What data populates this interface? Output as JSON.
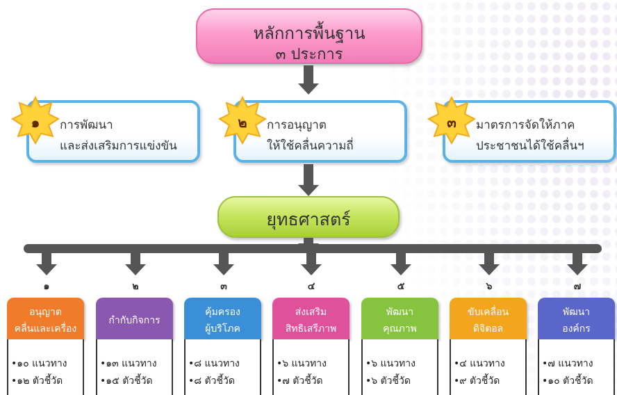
{
  "header": {
    "line1": "หลักการพื้นฐาน",
    "line2": "๓ ประการ"
  },
  "principles": [
    {
      "num": "๑",
      "line1": "การพัฒนา",
      "line2": "และส่งเสริมการแข่งขัน"
    },
    {
      "num": "๒",
      "line1": "การอนุญาต",
      "line2": "ให้ใช้คลื่นความถี่"
    },
    {
      "num": "๓",
      "line1": "มาตรการจัดให้ภาค",
      "line2": "ประชาชนได้ใช้คลื่นฯ"
    }
  ],
  "strategy": {
    "label": "ยุทธศาสตร์"
  },
  "columns": [
    {
      "num": "๑",
      "head1": "อนุญาต",
      "head2": "คลื่นและเครื่อง",
      "b1": "•๑๐ แนวทาง",
      "b2": "•๑๒ ตัวชี้วัด",
      "color": "#f07b2a"
    },
    {
      "num": "๒",
      "head1": "กำกับกิจการ",
      "head2": "",
      "b1": "•๑๓ แนวทาง",
      "b2": "•๑๕ ตัวชี้วัด",
      "color": "#8a58ae"
    },
    {
      "num": "๓",
      "head1": "คุ้มครอง",
      "head2": "ผู้บริโภค",
      "b1": "•๘ แนวทาง",
      "b2": "•๘ ตัวชี้วัด",
      "color": "#3b8fd9"
    },
    {
      "num": "๔",
      "head1": "ส่งเสริม",
      "head2": "สิทธิเสรีภาพ",
      "b1": "•๖ แนวทาง",
      "b2": "•๗ ตัวชี้วัด",
      "color": "#e0519c"
    },
    {
      "num": "๕",
      "head1": "พัฒนา",
      "head2": "คุณภาพ",
      "b1": "•๖ แนวทาง",
      "b2": "•๖ ตัวชี้วัด",
      "color": "#86c440"
    },
    {
      "num": "๖",
      "head1": "ขับเคลื่อน",
      "head2": "ดิจิตอล",
      "b1": "•๔ แนวทาง",
      "b2": "•๙ ตัวชี้วัด",
      "color": "#f2a51d"
    },
    {
      "num": "๗",
      "head1": "พัฒนา",
      "head2": "องค์กร",
      "b1": "•๗ แนวทาง",
      "b2": "•๑๐ ตัวชี้วัด",
      "color": "#5a66c9"
    }
  ]
}
